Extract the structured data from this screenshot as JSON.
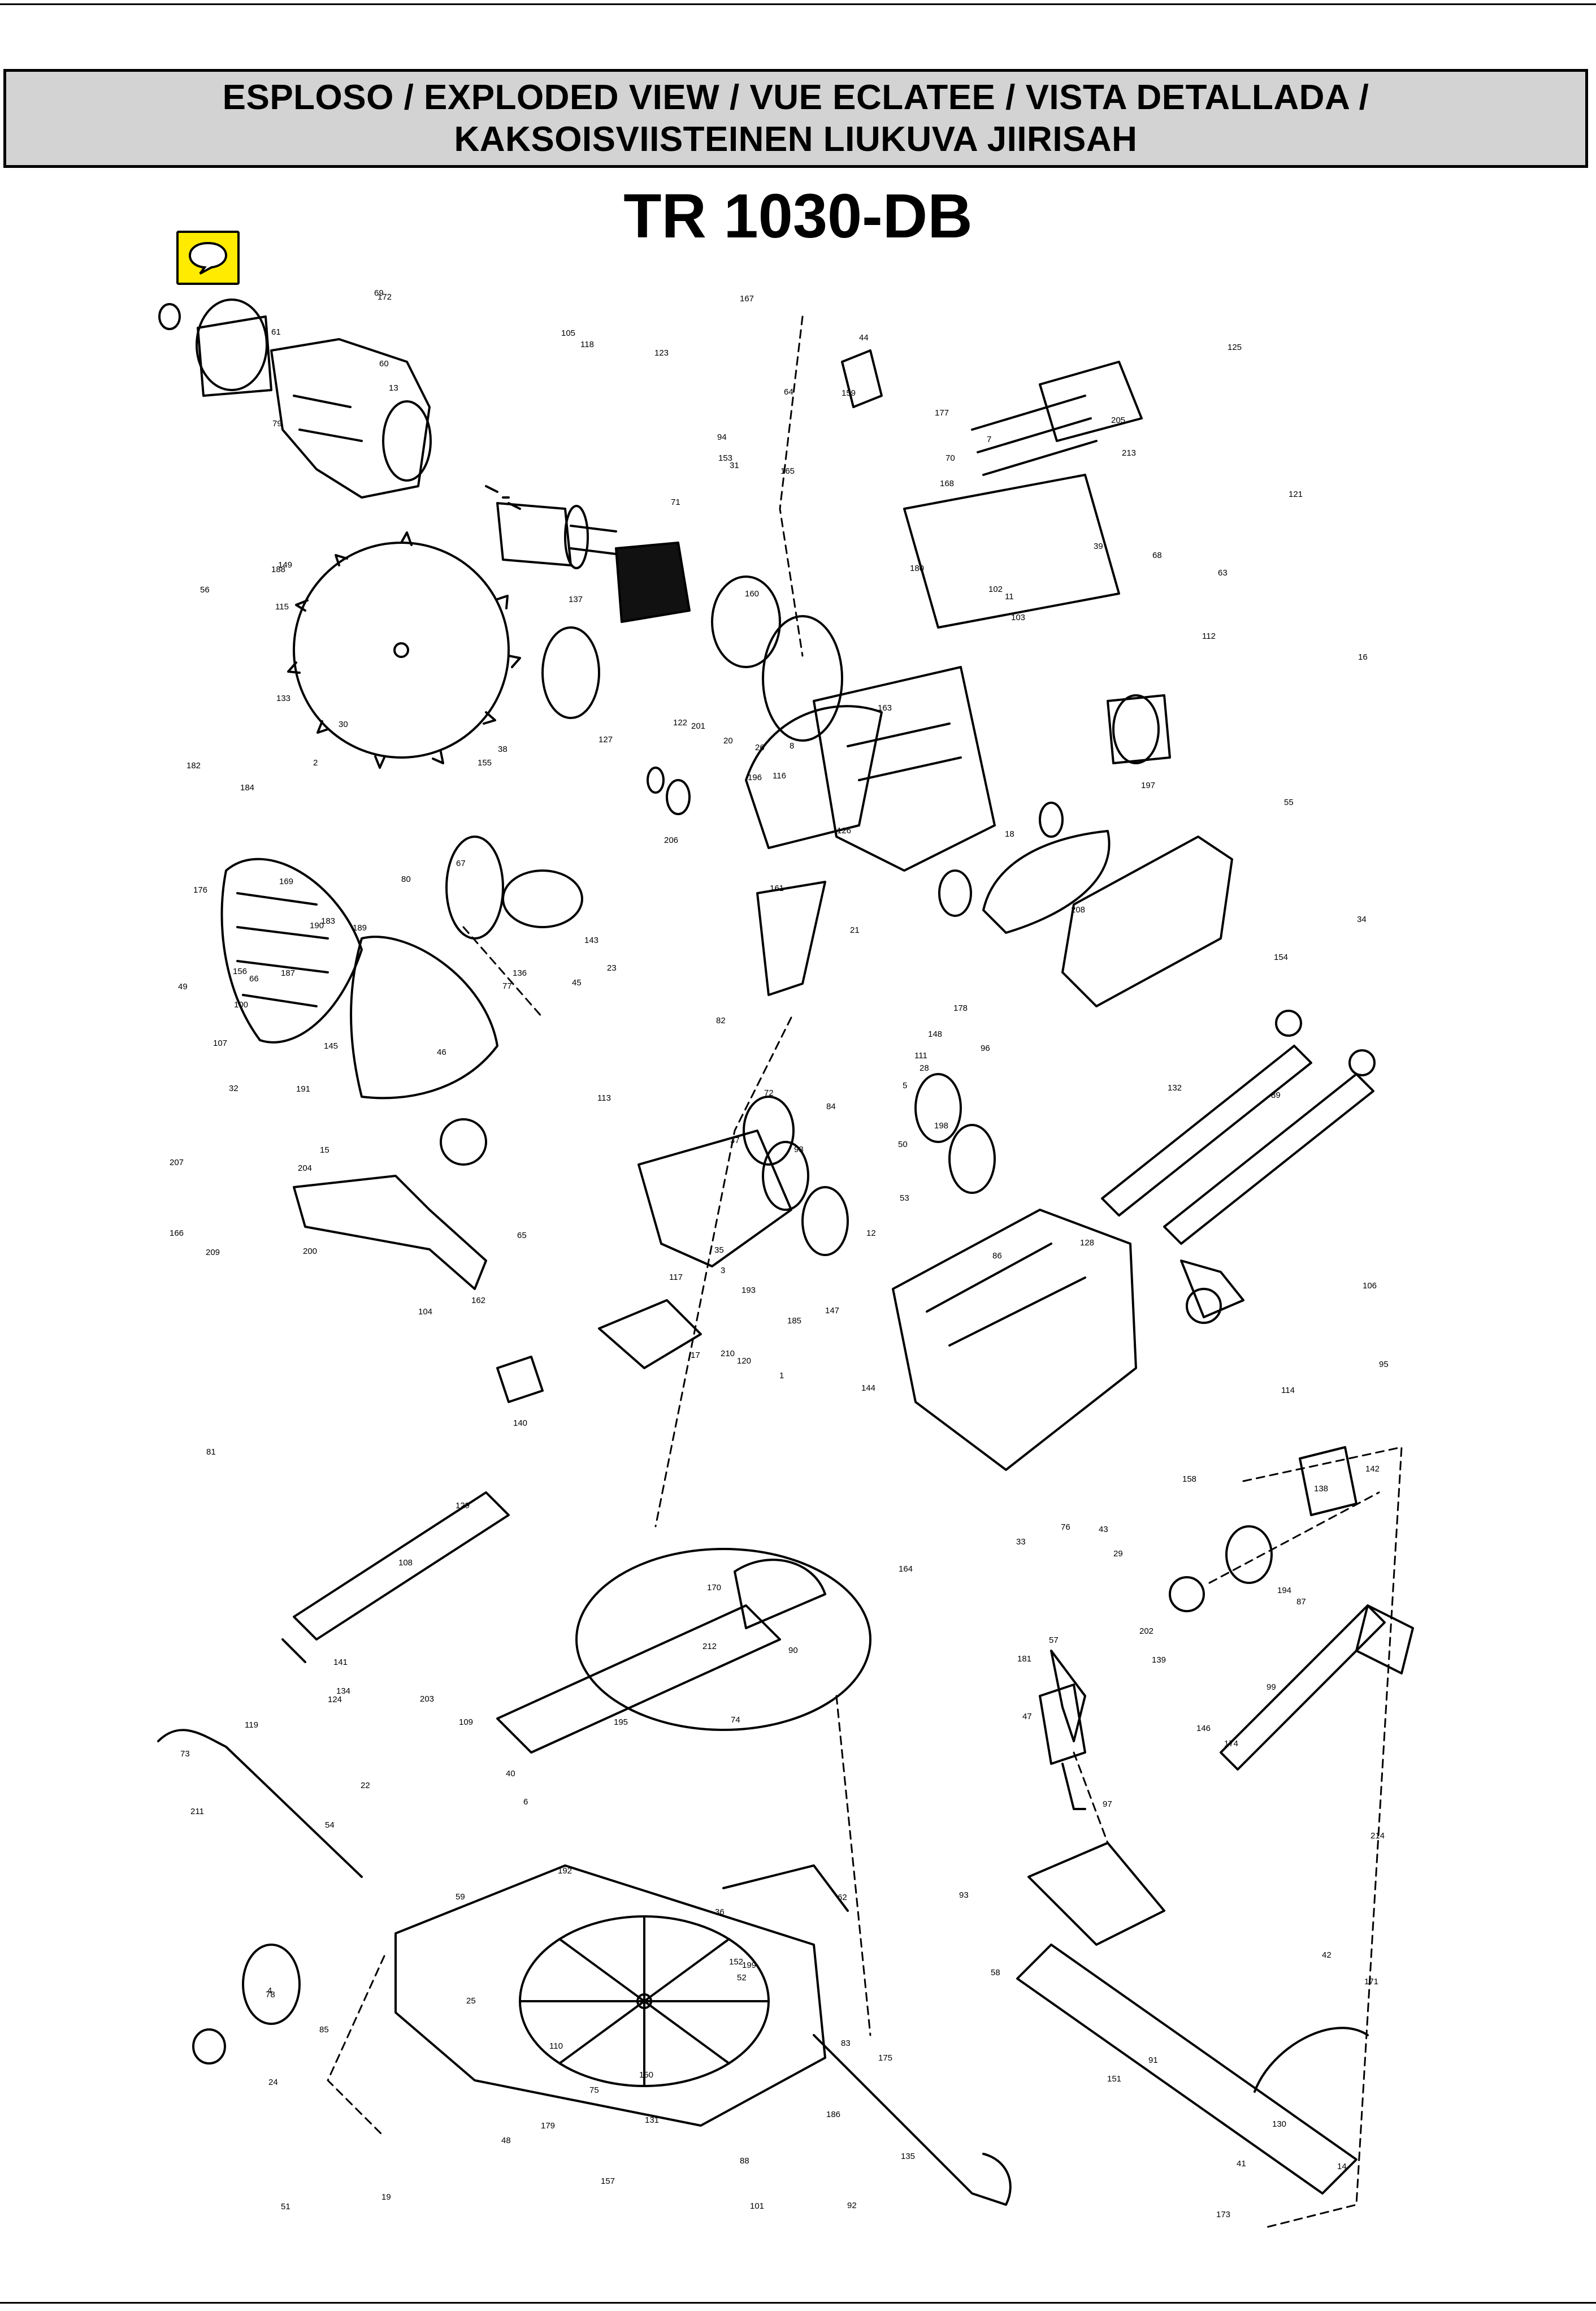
{
  "header": {
    "title_line1": "ESPLOSO / EXPLODED VIEW / VUE ECLATEE / VISTA DETALLADA /",
    "title_line2": "KAKSOISVIISTEINEN LIUKUVA JIIRISAH",
    "model": "TR 1030-DB"
  },
  "comment_icon": {
    "name": "speech-bubble-icon",
    "color": "#ffeb00"
  },
  "diagram": {
    "style": "black line-art exploded view of sliding compound mitre saw",
    "part_labels": [
      "1",
      "2",
      "3",
      "4",
      "5",
      "6",
      "7",
      "8",
      "11",
      "12",
      "13",
      "14",
      "15",
      "16",
      "17",
      "18",
      "19",
      "20",
      "21",
      "22",
      "23",
      "24",
      "25",
      "26",
      "28",
      "29",
      "30",
      "31",
      "32",
      "33",
      "34",
      "35",
      "36",
      "37",
      "38",
      "39",
      "40",
      "41",
      "42",
      "43",
      "44",
      "45",
      "46",
      "47",
      "48",
      "49",
      "50",
      "51",
      "52",
      "53",
      "54",
      "55",
      "56",
      "57",
      "58",
      "59",
      "60",
      "61",
      "62",
      "63",
      "64",
      "65",
      "66",
      "67",
      "68",
      "69",
      "70",
      "71",
      "72",
      "73",
      "74",
      "75",
      "76",
      "77",
      "78",
      "79",
      "80",
      "81",
      "82",
      "83",
      "84",
      "85",
      "86",
      "87",
      "88",
      "89",
      "90",
      "91",
      "92",
      "93",
      "94",
      "95",
      "96",
      "97",
      "98",
      "99",
      "100",
      "101",
      "102",
      "103",
      "104",
      "105",
      "106",
      "107",
      "108",
      "109",
      "110",
      "111",
      "112",
      "113",
      "114",
      "115",
      "116",
      "117",
      "118",
      "119",
      "120",
      "121",
      "122",
      "123",
      "124",
      "125",
      "126",
      "127",
      "128",
      "129",
      "130",
      "131",
      "132",
      "133",
      "134",
      "135",
      "136",
      "137",
      "138",
      "139",
      "140",
      "141",
      "142",
      "143",
      "144",
      "145",
      "146",
      "147",
      "148",
      "149",
      "150",
      "151",
      "152",
      "153",
      "154",
      "155",
      "156",
      "157",
      "158",
      "159",
      "160",
      "161",
      "162",
      "163",
      "164",
      "165",
      "166",
      "167",
      "168",
      "169",
      "170",
      "171",
      "172",
      "173",
      "174",
      "175",
      "176",
      "177",
      "178",
      "179",
      "180",
      "181",
      "182",
      "183",
      "184",
      "185",
      "186",
      "187",
      "188",
      "189",
      "190",
      "191",
      "192",
      "193",
      "194",
      "195",
      "196",
      "197",
      "198",
      "199",
      "200",
      "201",
      "202",
      "203",
      "204",
      "205",
      "206",
      "207",
      "208",
      "209",
      "210",
      "211",
      "212",
      "213",
      "214"
    ]
  }
}
